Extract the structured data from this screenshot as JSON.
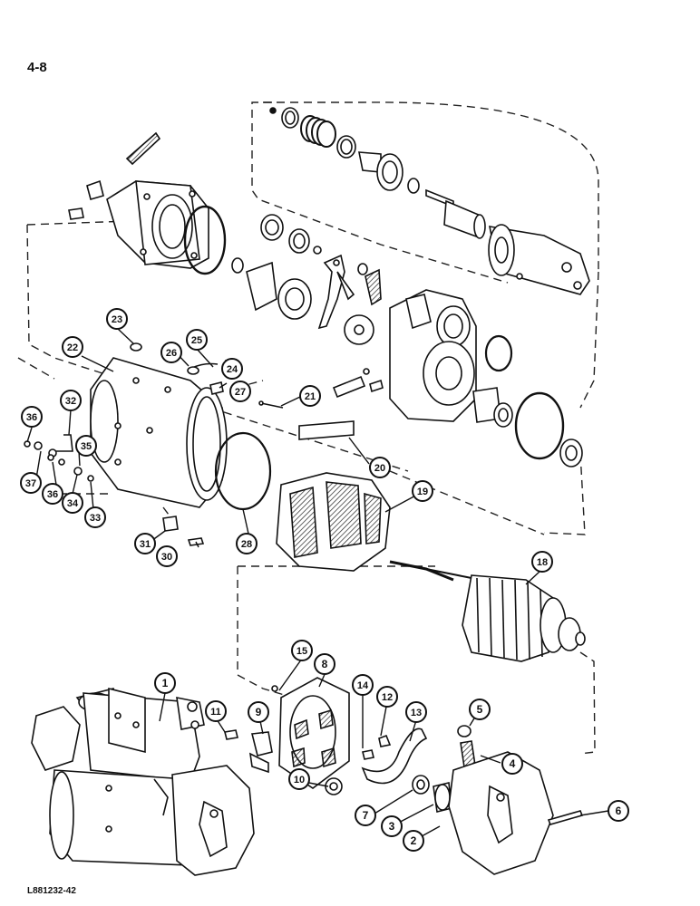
{
  "page_number": "4-8",
  "figure_code": "L881232-42",
  "callouts": [
    {
      "id": "1",
      "label": "1"
    },
    {
      "id": "2",
      "label": "2"
    },
    {
      "id": "3",
      "label": "3"
    },
    {
      "id": "4",
      "label": "4"
    },
    {
      "id": "5",
      "label": "5"
    },
    {
      "id": "6",
      "label": "6"
    },
    {
      "id": "7",
      "label": "7"
    },
    {
      "id": "8",
      "label": "8"
    },
    {
      "id": "9",
      "label": "9"
    },
    {
      "id": "10",
      "label": "10"
    },
    {
      "id": "11",
      "label": "11"
    },
    {
      "id": "12",
      "label": "12"
    },
    {
      "id": "13",
      "label": "13"
    },
    {
      "id": "14",
      "label": "14"
    },
    {
      "id": "15",
      "label": "15"
    },
    {
      "id": "18",
      "label": "18"
    },
    {
      "id": "19",
      "label": "19"
    },
    {
      "id": "20",
      "label": "20"
    },
    {
      "id": "21",
      "label": "21"
    },
    {
      "id": "22",
      "label": "22"
    },
    {
      "id": "23",
      "label": "23"
    },
    {
      "id": "24",
      "label": "24"
    },
    {
      "id": "25",
      "label": "25"
    },
    {
      "id": "26",
      "label": "26"
    },
    {
      "id": "27",
      "label": "27"
    },
    {
      "id": "28",
      "label": "28"
    },
    {
      "id": "30",
      "label": "30"
    },
    {
      "id": "31",
      "label": "31"
    },
    {
      "id": "32",
      "label": "32"
    },
    {
      "id": "33",
      "label": "33"
    },
    {
      "id": "34",
      "label": "34"
    },
    {
      "id": "35",
      "label": "35"
    },
    {
      "id": "36a",
      "label": "36"
    },
    {
      "id": "36b",
      "label": "36"
    },
    {
      "id": "37",
      "label": "37"
    }
  ]
}
